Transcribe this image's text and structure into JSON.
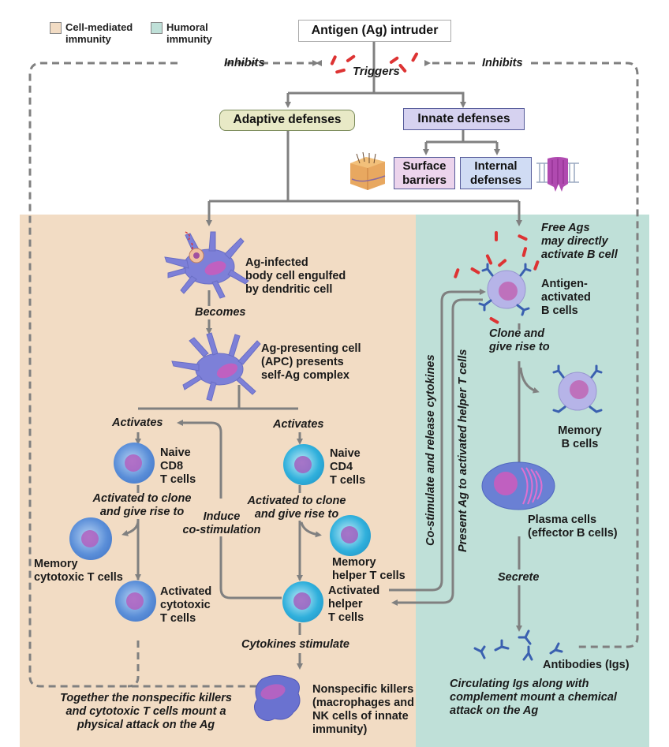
{
  "legend": {
    "items": [
      {
        "label_line1": "Cell-mediated",
        "label_line2": "immunity",
        "color": "#f2dcc4"
      },
      {
        "label_line1": "Humoral",
        "label_line2": "immunity",
        "color": "#bfe0d8"
      }
    ]
  },
  "top": {
    "antigen_box": "Antigen (Ag) intruder",
    "triggers": "Triggers",
    "inhibits_left": "Inhibits",
    "inhibits_right": "Inhibits"
  },
  "defenses": {
    "adaptive": "Adaptive defenses",
    "innate": "Innate defenses",
    "surface_line1": "Surface",
    "surface_line2": "barriers",
    "internal_line1": "Internal",
    "internal_line2": "defenses"
  },
  "cell_mediated": {
    "dendritic_label": [
      "Ag-infected",
      "body cell engulfed",
      "by dendritic cell"
    ],
    "becomes": "Becomes",
    "apc_label": [
      "Ag-presenting cell",
      "(APC) presents",
      "self-Ag complex"
    ],
    "activates_left": "Activates",
    "activates_right": "Activates",
    "naive_cd8": [
      "Naive",
      "CD8",
      "T cells"
    ],
    "naive_cd4": [
      "Naive",
      "CD4",
      "T cells"
    ],
    "clone_left": [
      "Activated to clone",
      "and give rise to"
    ],
    "clone_right": [
      "Activated to clone",
      "and give rise to"
    ],
    "induce": [
      "Induce",
      "co-stimulation"
    ],
    "memory_cytotoxic": [
      "Memory",
      "cytotoxic T cells"
    ],
    "memory_helper": [
      "Memory",
      "helper T cells"
    ],
    "activated_cytotoxic": [
      "Activated",
      "cytotoxic",
      "T cells"
    ],
    "activated_helper": [
      "Activated",
      "helper",
      "T cells"
    ],
    "cytokines": "Cytokines stimulate",
    "nonspecific": [
      "Nonspecific killers",
      "(macrophages and",
      "NK cells of innate",
      "immunity)"
    ],
    "together": [
      "Together the nonspecific killers",
      "and cytotoxic T cells mount a",
      "physical attack on the Ag"
    ]
  },
  "humoral": {
    "free_ags": [
      "Free Ags",
      "may directly",
      "activate B cell"
    ],
    "antigen_activated": [
      "Antigen-",
      "activated",
      "B cells"
    ],
    "clone": [
      "Clone and",
      "give rise to"
    ],
    "memory_b": [
      "Memory",
      "B cells"
    ],
    "plasma": [
      "Plasma cells",
      "(effector B cells)"
    ],
    "secrete": "Secrete",
    "antibodies": "Antibodies (Igs)",
    "circulating": [
      "Circulating Igs along with",
      "complement mount a chemical",
      "attack on the Ag"
    ],
    "costimulate": "Co-stimulate and release cytokines",
    "present_ag": "Present Ag to activated helper T cells"
  },
  "icons": {
    "antigen": "red-rod-antigen-icon",
    "skin": "skin-cross-section-icon",
    "membrane_protein": "membrane-protein-icon",
    "dendritic_cell": "dendritic-cell-icon",
    "t_cell": "t-cell-icon",
    "b_cell": "b-cell-icon",
    "plasma_cell": "plasma-cell-icon",
    "macrophage": "macrophage-icon",
    "antibody": "antibody-y-icon"
  }
}
